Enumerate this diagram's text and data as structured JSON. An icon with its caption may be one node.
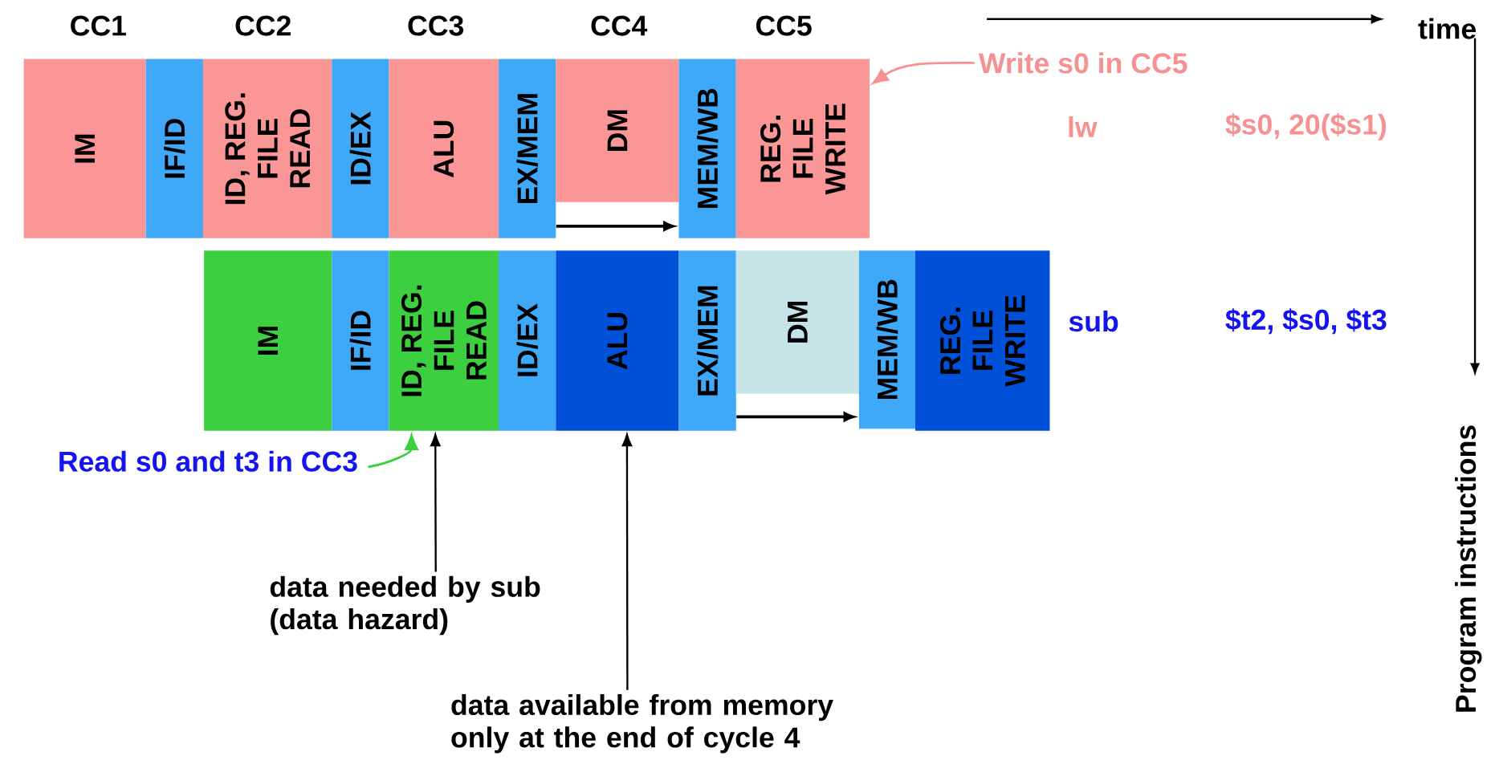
{
  "diagram": {
    "nodes": [
      {
        "text": [
          "IM"
        ]
      },
      {
        "text": [
          "IF/ID"
        ]
      },
      {
        "text": [
          "ID, REG. FILE READ"
        ]
      },
      {
        "text": [
          "ID/EX"
        ]
      },
      {
        "text": [
          "ALU"
        ]
      },
      {
        "text": [
          "EX/MEM"
        ]
      },
      {
        "text": [
          "DM"
        ]
      },
      {
        "text": [
          "MEM/WB"
        ]
      },
      {
        "text": [
          "REG. FILE WRITE"
        ]
      },
      {
        "text": [
          "IM"
        ]
      },
      {
        "text": [
          "IF/ID"
        ]
      },
      {
        "text": [
          "ID, REG. FILE READ"
        ]
      },
      {
        "text": [
          "ID/EX"
        ]
      },
      {
        "text": [
          "ALU"
        ]
      },
      {
        "text": [
          "EX/MEM"
        ]
      },
      {
        "text": [
          "DM"
        ]
      },
      {
        "text": [
          "MEM/WB"
        ]
      },
      {
        "text": [
          "REG. FILE WRITE"
        ]
      },
      {
        "text": [
          "Write s0 in CC5"
        ]
      },
      {
        "text": [
          "Read s0 and t3 in CC3"
        ]
      },
      {
        "text": [
          "data needed by sub (data hazard)"
        ]
      },
      {
        "text": [
          "data available from memory only at the end of cycle 4"
        ]
      }
    ],
    "edges": [
      {
        "from": 5,
        "to": 7,
        "arrow": "to"
      },
      {
        "from": 14,
        "to": 16,
        "arrow": "to"
      },
      {
        "from": 18,
        "to": 8,
        "arrow": "to",
        "color": "#f79191"
      },
      {
        "from": 19,
        "to": 11,
        "arrow": "to",
        "color": "#3cd040"
      },
      {
        "from": 20,
        "to": 11,
        "arrow": "to"
      },
      {
        "from": 21,
        "to": 13,
        "arrow": "to"
      }
    ],
    "labels": [
      "CC1",
      "CC2",
      "CC3",
      "CC4",
      "CC5",
      "time",
      "lw",
      "$s0, 20($s1)",
      "sub",
      "$t2, $s0, $t3",
      "Program instructions"
    ]
  }
}
